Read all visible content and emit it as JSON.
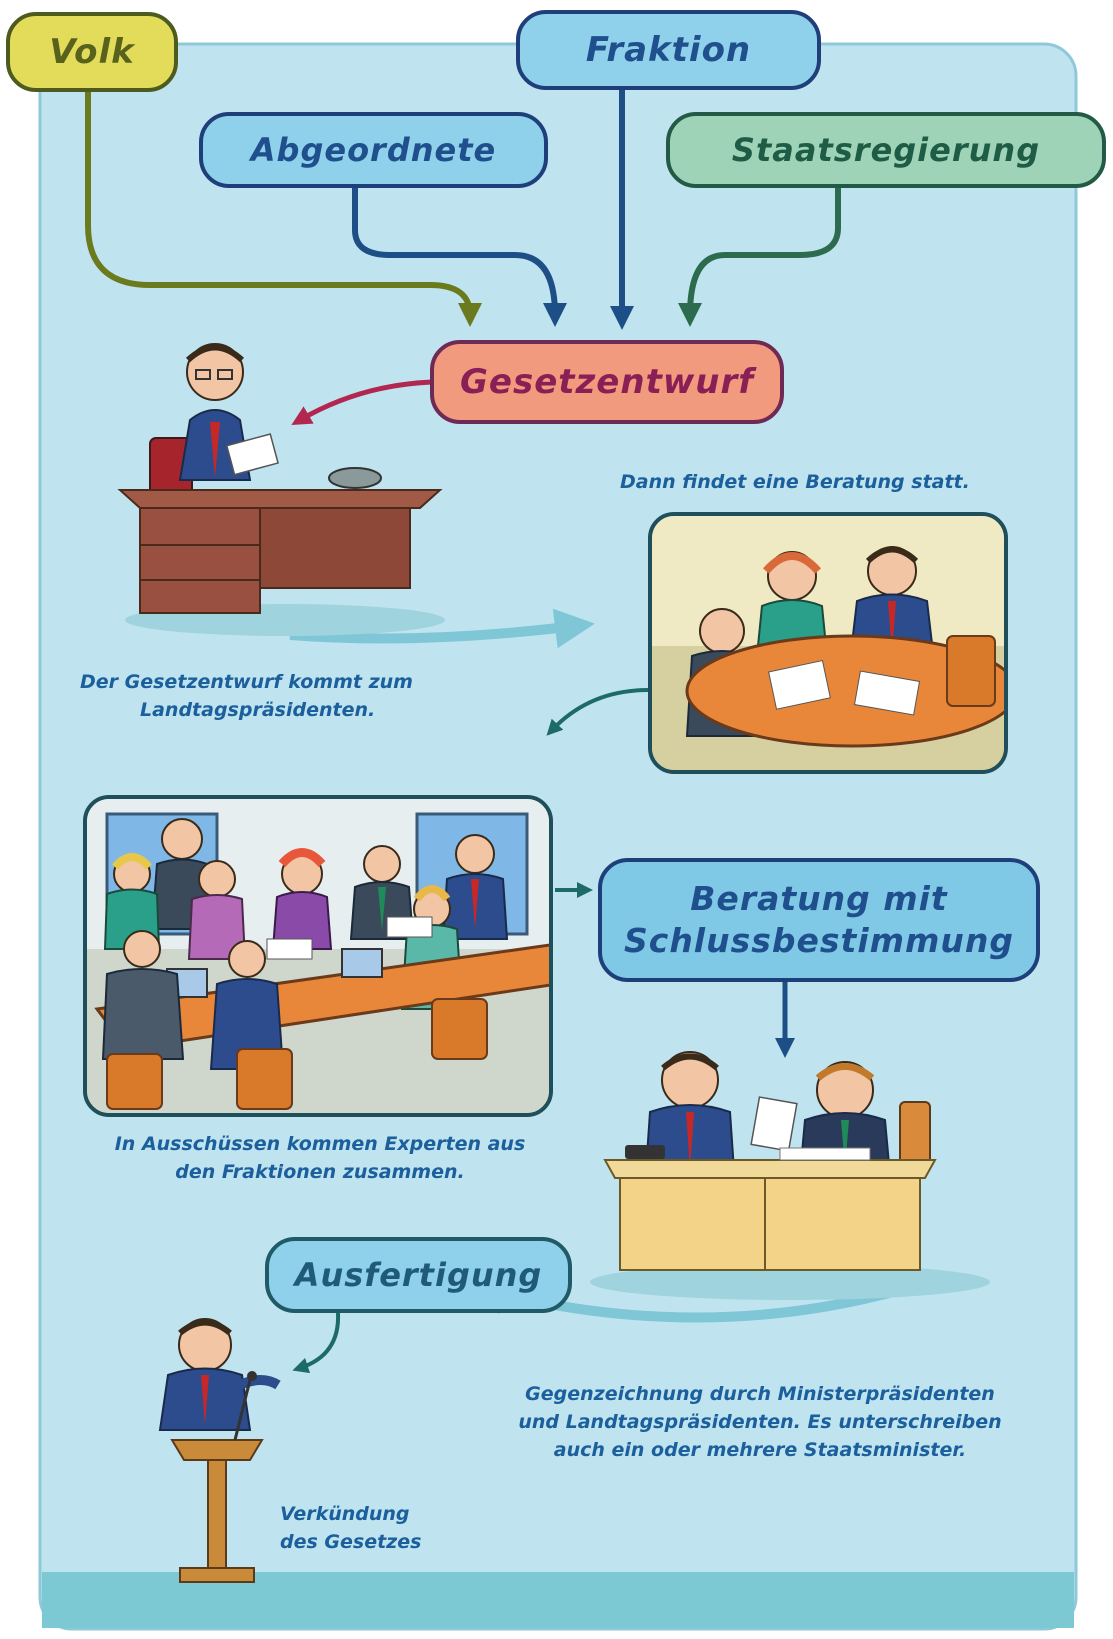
{
  "diagram": {
    "colors": {
      "background": "#bfe4ef",
      "dark": "#1f3f7a",
      "volk": "#e2dc5a",
      "blue": "#8fd0ea",
      "green": "#9fd3b8",
      "salmon": "#f29a7e"
    },
    "sources": {
      "volk": "Volk",
      "fraktion": "Fraktion",
      "abgeordnete": "Abgeordnete",
      "staatsregierung": "Staatsregierung"
    },
    "steps": {
      "gesetzentwurf": "Gesetzentwurf",
      "beratung_line1": "Beratung mit",
      "beratung_line2": "Schlussbestimmung",
      "ausfertigung": "Ausfertigung"
    },
    "captions": {
      "praesident_line1": "Der Gesetzentwurf kommt zum",
      "praesident_line2": "Landtagspräsidenten.",
      "beratung": "Dann findet eine Beratung statt.",
      "ausschuss_line1": "In Ausschüssen kommen Experten aus",
      "ausschuss_line2": "den Fraktionen zusammen.",
      "gegen_line1": "Gegenzeichnung durch Ministerpräsidenten",
      "gegen_line2": "und Landtagspräsidenten. Es unterschreiben",
      "gegen_line3": "auch ein oder mehrere Staatsminister.",
      "verkuendung_line1": "Verkündung",
      "verkuendung_line2": "des Gesetzes"
    }
  }
}
